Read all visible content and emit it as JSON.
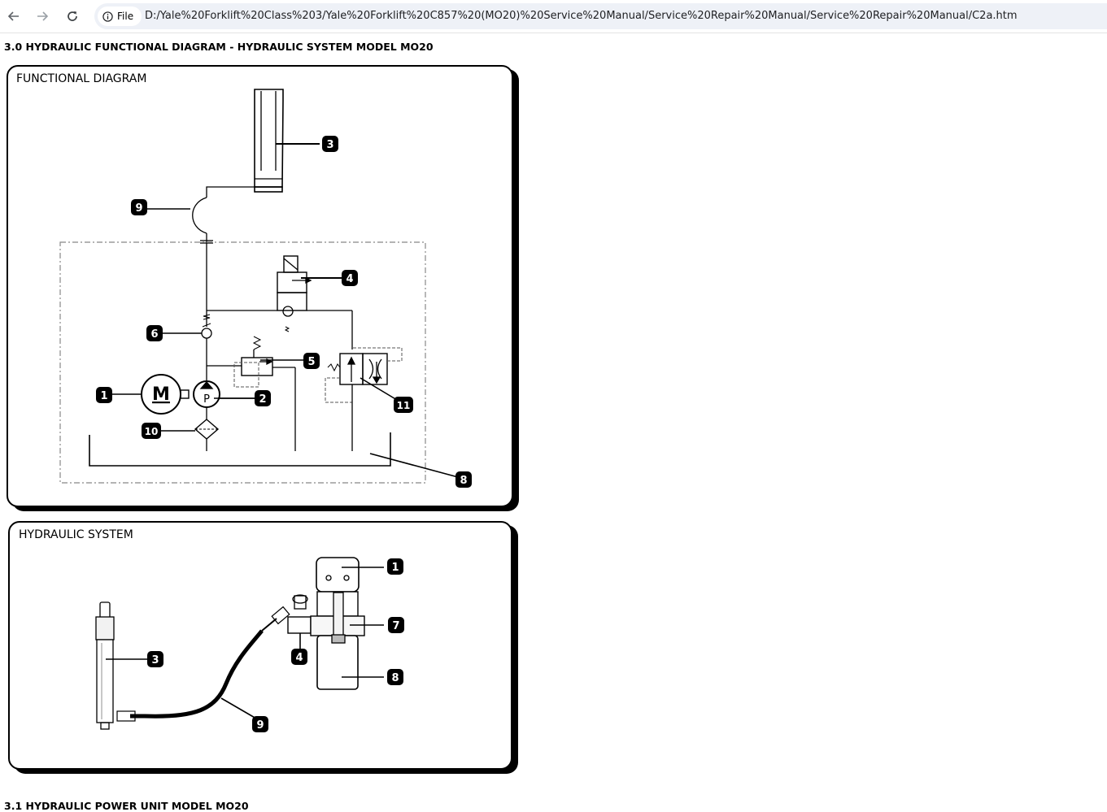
{
  "browser": {
    "back_icon": "arrow-left-icon",
    "forward_icon": "arrow-right-icon",
    "reload_icon": "reload-icon",
    "site_info_icon": "info-circle-icon",
    "scheme_label": "File",
    "url": "D:/Yale%20Forklift%20Class%203/Yale%20Forklift%20C857%20(MO20)%20Service%20Manual/Service%20Repair%20Manual/Service%20Repair%20Manual/C2a.htm"
  },
  "page": {
    "heading_main": "3.0 HYDRAULIC FUNCTIONAL DIAGRAM - HYDRAULIC SYSTEM MODEL MO20",
    "heading_next": "3.1 HYDRAULIC POWER UNIT MODEL MO20",
    "functional_diagram": {
      "title": "FUNCTIONAL DIAGRAM",
      "motor_symbol": "M",
      "pump_symbol": "P",
      "callouts": [
        "1",
        "2",
        "3",
        "4",
        "5",
        "6",
        "8",
        "9",
        "10",
        "11"
      ]
    },
    "hydraulic_system": {
      "title": "HYDRAULIC SYSTEM",
      "callouts": [
        "1",
        "3",
        "4",
        "7",
        "8",
        "9"
      ]
    }
  }
}
